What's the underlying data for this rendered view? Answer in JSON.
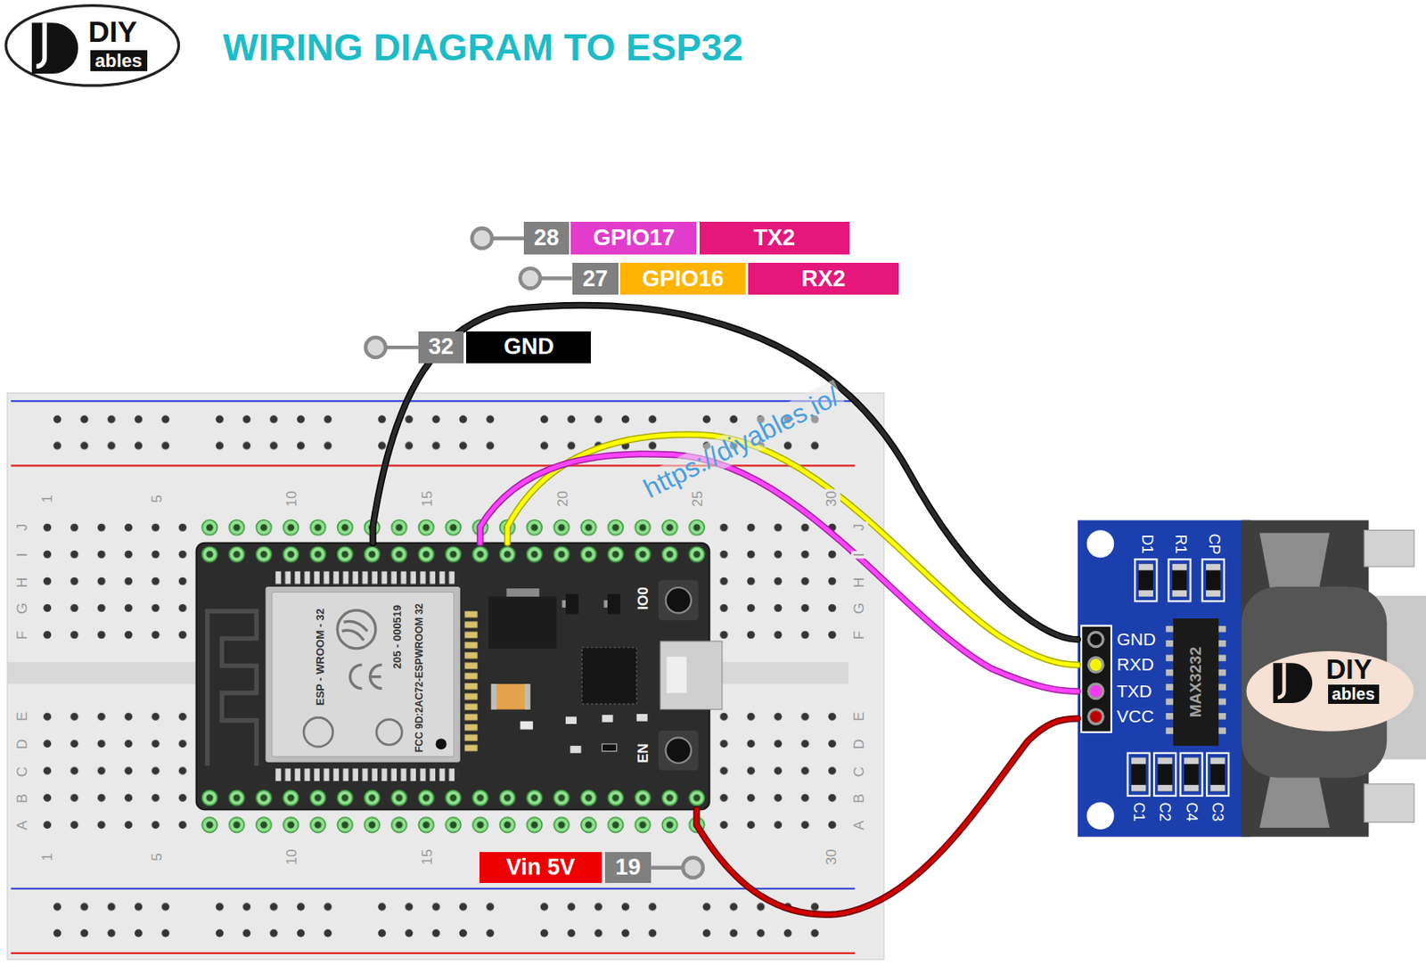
{
  "diagram": {
    "title": "WIRING DIAGRAM TO ESP32",
    "nodes": [
      {
        "text": [
          "DIY",
          "ables"
        ]
      },
      {
        "text": [
          "28"
        ]
      },
      {
        "text": [
          "GPIO17"
        ]
      },
      {
        "text": [
          "TX2"
        ]
      },
      {
        "text": [
          "27"
        ]
      },
      {
        "text": [
          "GPIO16"
        ]
      },
      {
        "text": [
          "RX2"
        ]
      },
      {
        "text": [
          "32"
        ]
      },
      {
        "text": [
          "GND"
        ]
      },
      {
        "text": [
          "IO0",
          "EN"
        ]
      },
      {
        "text": [
          "ESP - WROOM - 32",
          "205 - 000519",
          "FCC 9D:2AC72-ESPWROOM 32"
        ],
        "in": 9
      },
      {
        "text": [
          "D1",
          "R1",
          "CP",
          "GND",
          "RXD",
          "TXD",
          "VCC",
          "C1",
          "C2",
          "C4",
          "C3"
        ]
      },
      {
        "text": [
          "MAX3232"
        ],
        "in": 11
      },
      {
        "text": [
          "DIY",
          "ables"
        ]
      },
      {
        "text": [
          "Vin 5V"
        ]
      },
      {
        "text": [
          "19"
        ]
      }
    ],
    "edges": [
      {
        "from": 9,
        "to": 11,
        "arrow": "none"
      },
      {
        "from": 9,
        "to": 11,
        "arrow": "none"
      },
      {
        "from": 9,
        "to": 11,
        "arrow": "none"
      },
      {
        "from": 9,
        "to": 11,
        "arrow": "none"
      }
    ],
    "labels": [
      "https://diyables.io/",
      "1",
      "5",
      "10",
      "15",
      "20",
      "25",
      "30",
      "J",
      "I",
      "H",
      "G",
      "F",
      "E",
      "D",
      "C",
      "B",
      "A",
      "J",
      "I",
      "H",
      "G",
      "F",
      "E",
      "D",
      "C",
      "B",
      "A",
      "1",
      "5",
      "10",
      "15",
      "30"
    ]
  }
}
